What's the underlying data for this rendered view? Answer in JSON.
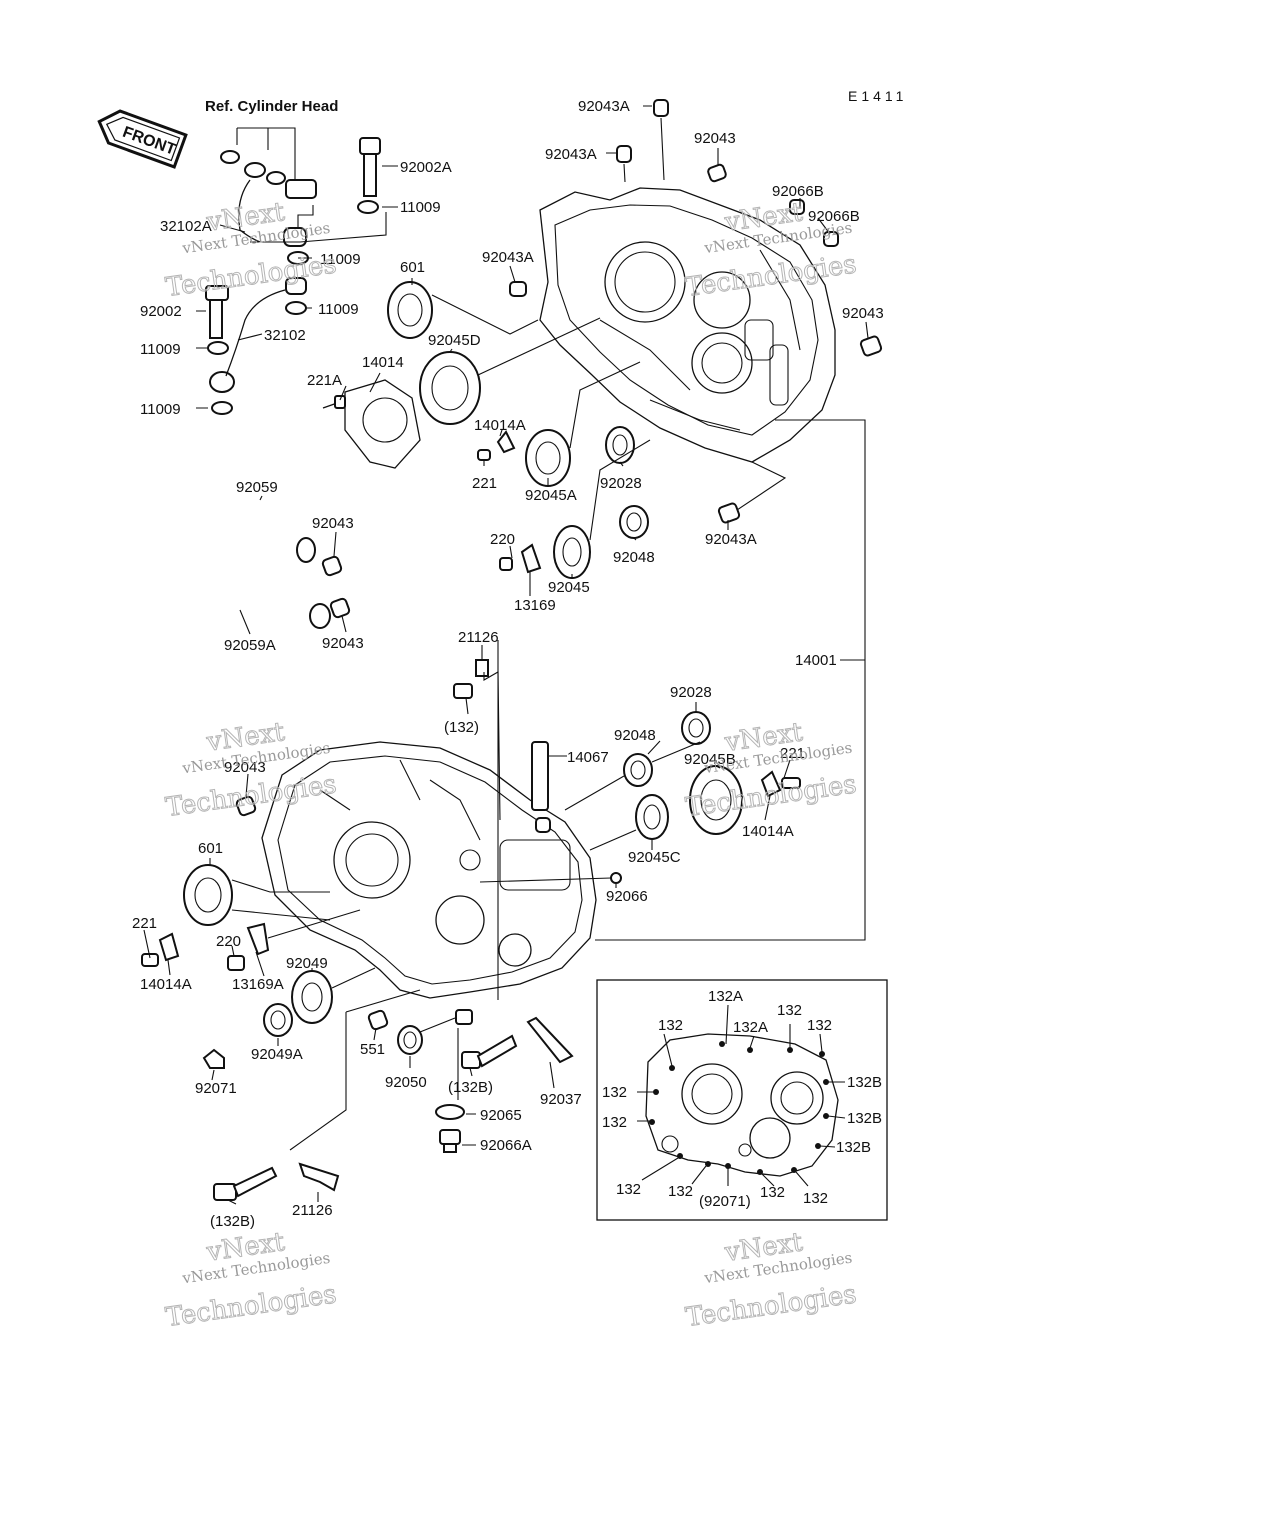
{
  "diagram": {
    "code": "E1411",
    "front_label": "FRONT",
    "ref_label": "Ref. Cylinder Head",
    "watermark_line1": "vNext",
    "watermark_line2": "vNext Technologies",
    "watermark_line3": "Technologies"
  },
  "labels": [
    {
      "id": "p92043A_top",
      "text": "92043A"
    },
    {
      "id": "p92043_top",
      "text": "92043"
    },
    {
      "id": "p92002A",
      "text": "92002A"
    },
    {
      "id": "p92043A_2",
      "text": "92043A"
    },
    {
      "id": "p11009_a",
      "text": "11009"
    },
    {
      "id": "p92066B_a",
      "text": "92066B"
    },
    {
      "id": "p92066B_b",
      "text": "92066B"
    },
    {
      "id": "p32102A",
      "text": "32102A"
    },
    {
      "id": "p11009_b",
      "text": "11009"
    },
    {
      "id": "p92043A_3",
      "text": "92043A"
    },
    {
      "id": "p601_top",
      "text": "601"
    },
    {
      "id": "p92002",
      "text": "92002"
    },
    {
      "id": "p11009_c",
      "text": "11009"
    },
    {
      "id": "p92043_r",
      "text": "92043"
    },
    {
      "id": "p32102",
      "text": "32102"
    },
    {
      "id": "p92045D",
      "text": "92045D"
    },
    {
      "id": "p11009_d",
      "text": "11009"
    },
    {
      "id": "p14014",
      "text": "14014"
    },
    {
      "id": "p221A",
      "text": "221A"
    },
    {
      "id": "p11009_e",
      "text": "11009"
    },
    {
      "id": "p14014A_top",
      "text": "14014A"
    },
    {
      "id": "p221_top",
      "text": "221"
    },
    {
      "id": "p92045A",
      "text": "92045A"
    },
    {
      "id": "p92028_top",
      "text": "92028"
    },
    {
      "id": "p92059",
      "text": "92059"
    },
    {
      "id": "p92043_mid",
      "text": "92043"
    },
    {
      "id": "p92043A_4",
      "text": "92043A"
    },
    {
      "id": "p220_top",
      "text": "220"
    },
    {
      "id": "p92048_top",
      "text": "92048"
    },
    {
      "id": "p92045",
      "text": "92045"
    },
    {
      "id": "p13169",
      "text": "13169"
    },
    {
      "id": "p92059A",
      "text": "92059A"
    },
    {
      "id": "p92043_low",
      "text": "92043"
    },
    {
      "id": "p21126_top",
      "text": "21126"
    },
    {
      "id": "p14001",
      "text": "14001"
    },
    {
      "id": "p132_paren",
      "text": "(132)"
    },
    {
      "id": "p92028_mid",
      "text": "92028"
    },
    {
      "id": "p92048_mid",
      "text": "92048"
    },
    {
      "id": "p14067",
      "text": "14067"
    },
    {
      "id": "p92045B",
      "text": "92045B"
    },
    {
      "id": "p221_right",
      "text": "221"
    },
    {
      "id": "p92043_left",
      "text": "92043"
    },
    {
      "id": "p14014A_right",
      "text": "14014A"
    },
    {
      "id": "p92045C",
      "text": "92045C"
    },
    {
      "id": "p601_low",
      "text": "601"
    },
    {
      "id": "p92066",
      "text": "92066"
    },
    {
      "id": "p221_left",
      "text": "221"
    },
    {
      "id": "p220_low",
      "text": "220"
    },
    {
      "id": "p92049",
      "text": "92049"
    },
    {
      "id": "p14014A_left",
      "text": "14014A"
    },
    {
      "id": "p13169A",
      "text": "13169A"
    },
    {
      "id": "p92049A",
      "text": "92049A"
    },
    {
      "id": "p551",
      "text": "551"
    },
    {
      "id": "p92050",
      "text": "92050"
    },
    {
      "id": "p132B_mid",
      "text": "(132B)"
    },
    {
      "id": "p92037",
      "text": "92037"
    },
    {
      "id": "p92071",
      "text": "92071"
    },
    {
      "id": "p92065",
      "text": "92065"
    },
    {
      "id": "p92066A",
      "text": "92066A"
    },
    {
      "id": "p132B_low",
      "text": "(132B)"
    },
    {
      "id": "p21126_low",
      "text": "21126"
    }
  ],
  "inset": {
    "labels": [
      {
        "id": "i132A_a",
        "text": "132A"
      },
      {
        "id": "i132_a",
        "text": "132"
      },
      {
        "id": "i132A_b",
        "text": "132A"
      },
      {
        "id": "i132_b",
        "text": "132"
      },
      {
        "id": "i132_c",
        "text": "132"
      },
      {
        "id": "i132B_a",
        "text": "132B"
      },
      {
        "id": "i132_d",
        "text": "132"
      },
      {
        "id": "i132B_b",
        "text": "132B"
      },
      {
        "id": "i132_e",
        "text": "132"
      },
      {
        "id": "i132B_c",
        "text": "132B"
      },
      {
        "id": "i132_f",
        "text": "132"
      },
      {
        "id": "i132_g",
        "text": "132"
      },
      {
        "id": "i92071",
        "text": "(92071)"
      },
      {
        "id": "i132_h",
        "text": "132"
      },
      {
        "id": "i132_i",
        "text": "132"
      }
    ]
  }
}
